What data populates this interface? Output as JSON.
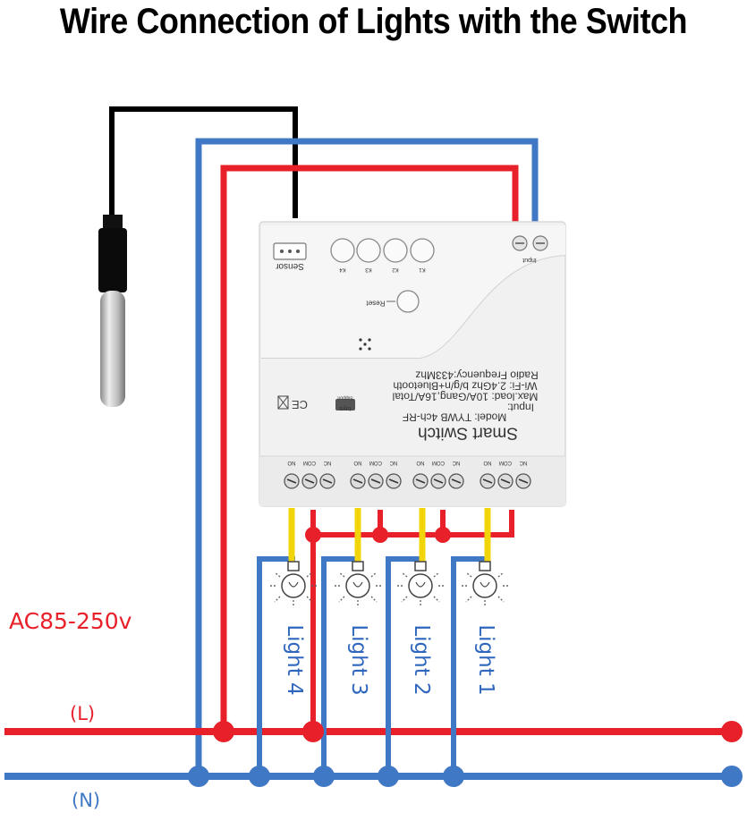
{
  "title": "Wire Connection of Lights with the Switch",
  "colors": {
    "live": "#e8202a",
    "neutral": "#3f78c4",
    "sensor_wire": "#000000",
    "load_wire": "#f2d40a",
    "device_body": "#f1f1f1",
    "label_blue": "#2e67bd"
  },
  "voltage_label": "AC85-250v",
  "live_label": "(L)",
  "neutral_label": "(N)",
  "lights": [
    {
      "label": "Light 4"
    },
    {
      "label": "Light 3"
    },
    {
      "label": "Light 2"
    },
    {
      "label": "Light 1"
    }
  ],
  "device": {
    "name": "Smart Switch",
    "model": "Model: TYWB 4ch-RF",
    "input": "Input:",
    "max_load": "Max.load: 10A/Gang,16A/Total",
    "wifi": "Wi-Fi: 2.4Ghz b/g/n+Bluetooth",
    "radio": "Radio Frequency:433Mhz",
    "sensor_label": "Sensor",
    "reset_label": "Reset",
    "input_label": "Input",
    "button_labels": [
      "K4",
      "K3",
      "K2",
      "K1"
    ],
    "brand": "tuya",
    "support": "Support",
    "terminal_labels": [
      "NO",
      "COM",
      "NC",
      "NO",
      "COM",
      "NC",
      "NO",
      "COM",
      "NC",
      "NO",
      "COM",
      "NC"
    ]
  }
}
